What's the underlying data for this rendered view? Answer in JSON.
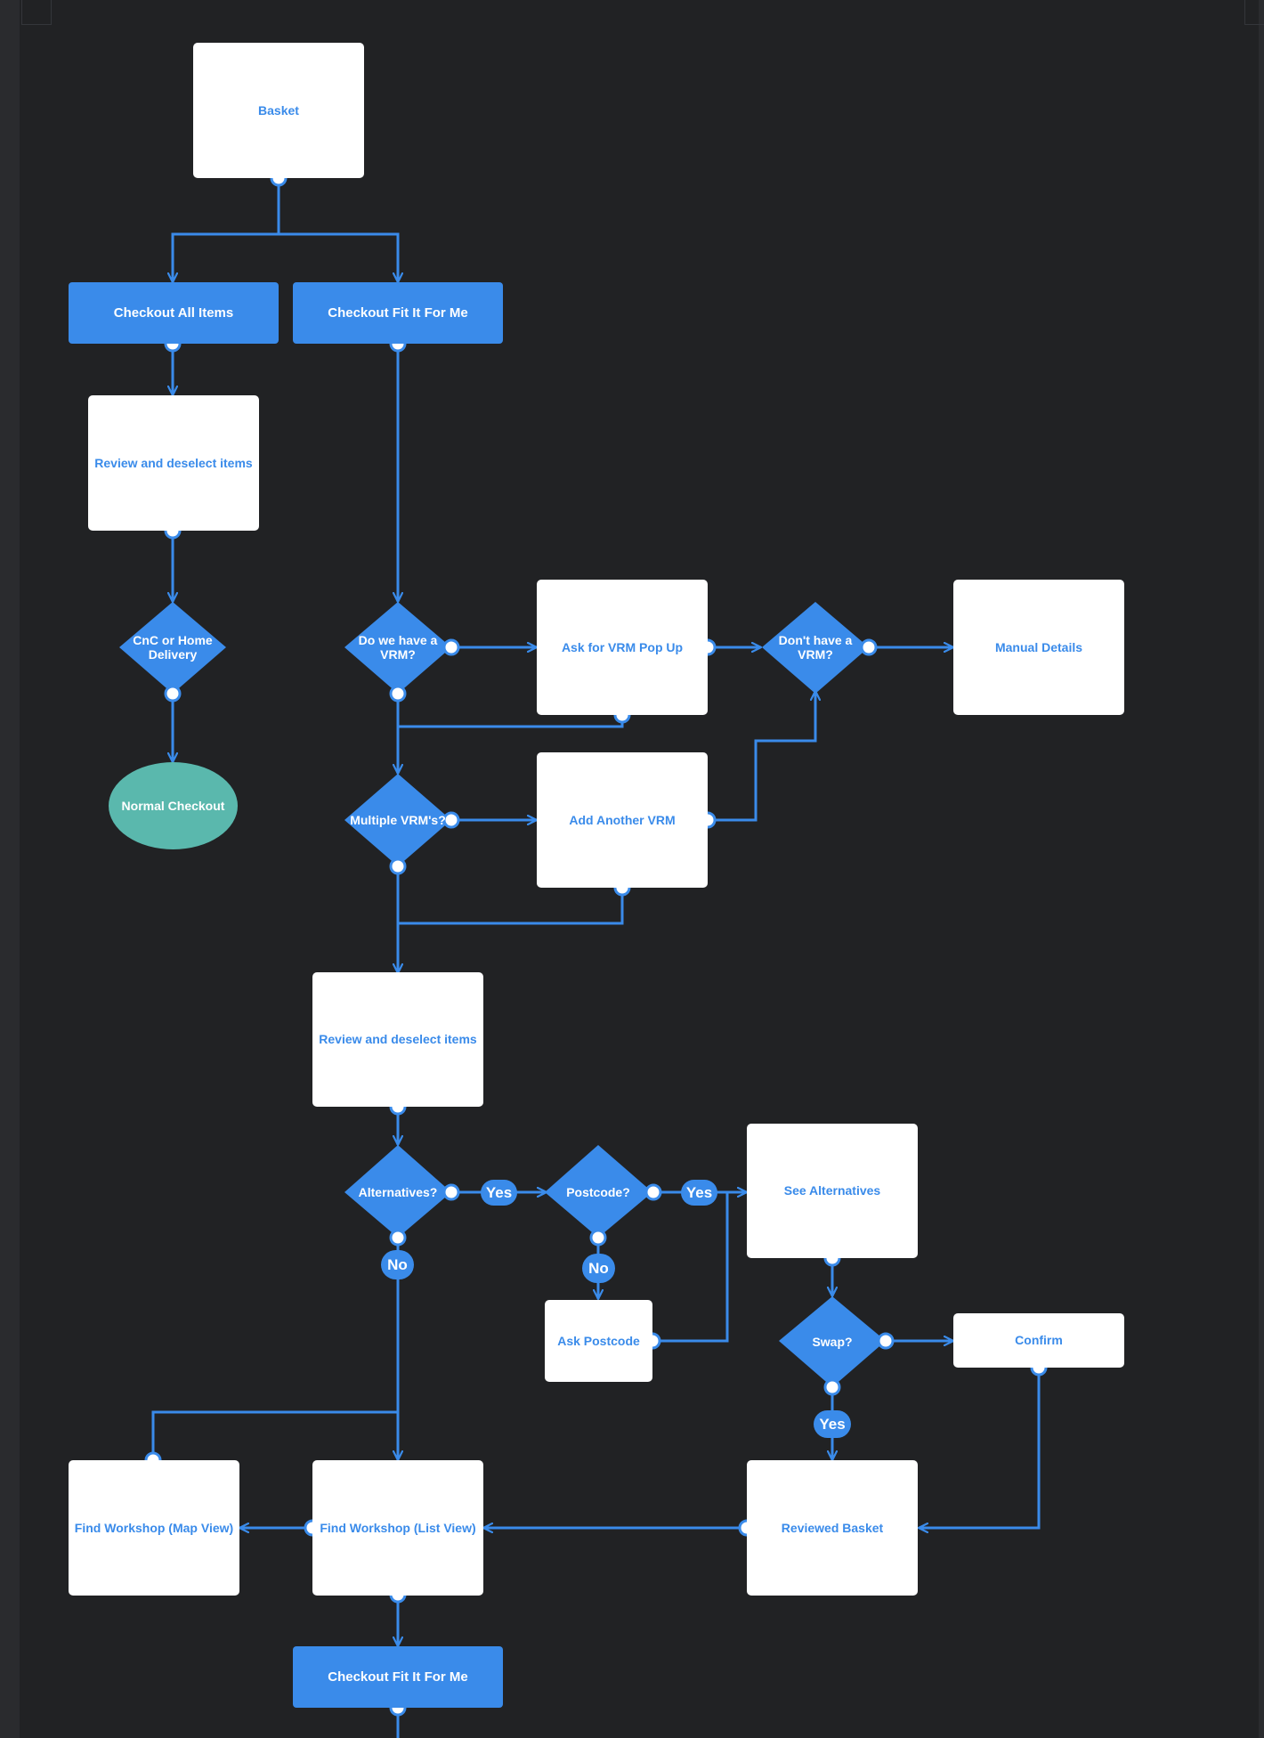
{
  "colors": {
    "background": "#212224",
    "accent": "#3a8bea",
    "card": "#ffffff",
    "terminal": "#5ab8ad"
  },
  "nodes": {
    "basket": "Basket",
    "checkout_all_items": "Checkout All Items",
    "checkout_fit_it_for_me": "Checkout Fit It For Me",
    "review_deselect_left": "Review and deselect items",
    "cnc_or_home_delivery": "CnC or Home Delivery",
    "normal_checkout": "Normal Checkout",
    "do_we_have_vrm": "Do we have a VRM?",
    "ask_vrm_popup": "Ask for VRM Pop Up",
    "dont_have_vrm": "Don't have a VRM?",
    "manual_details": "Manual Details",
    "multiple_vrms": "Multiple VRM's?",
    "add_another_vrm": "Add Another VRM",
    "review_deselect_main": "Review and deselect items",
    "alternatives": "Alternatives?",
    "postcode": "Postcode?",
    "see_alternatives": "See Alternatives",
    "ask_postcode": "Ask Postcode",
    "swap": "Swap?",
    "confirm": "Confirm",
    "find_workshop_map": "Find Workshop (Map View)",
    "find_workshop_list": "Find Workshop (List View)",
    "reviewed_basket": "Reviewed Basket",
    "checkout_fit_it_for_me_final": "Checkout Fit It For Me"
  },
  "labels": {
    "yes": "Yes",
    "no": "No"
  }
}
